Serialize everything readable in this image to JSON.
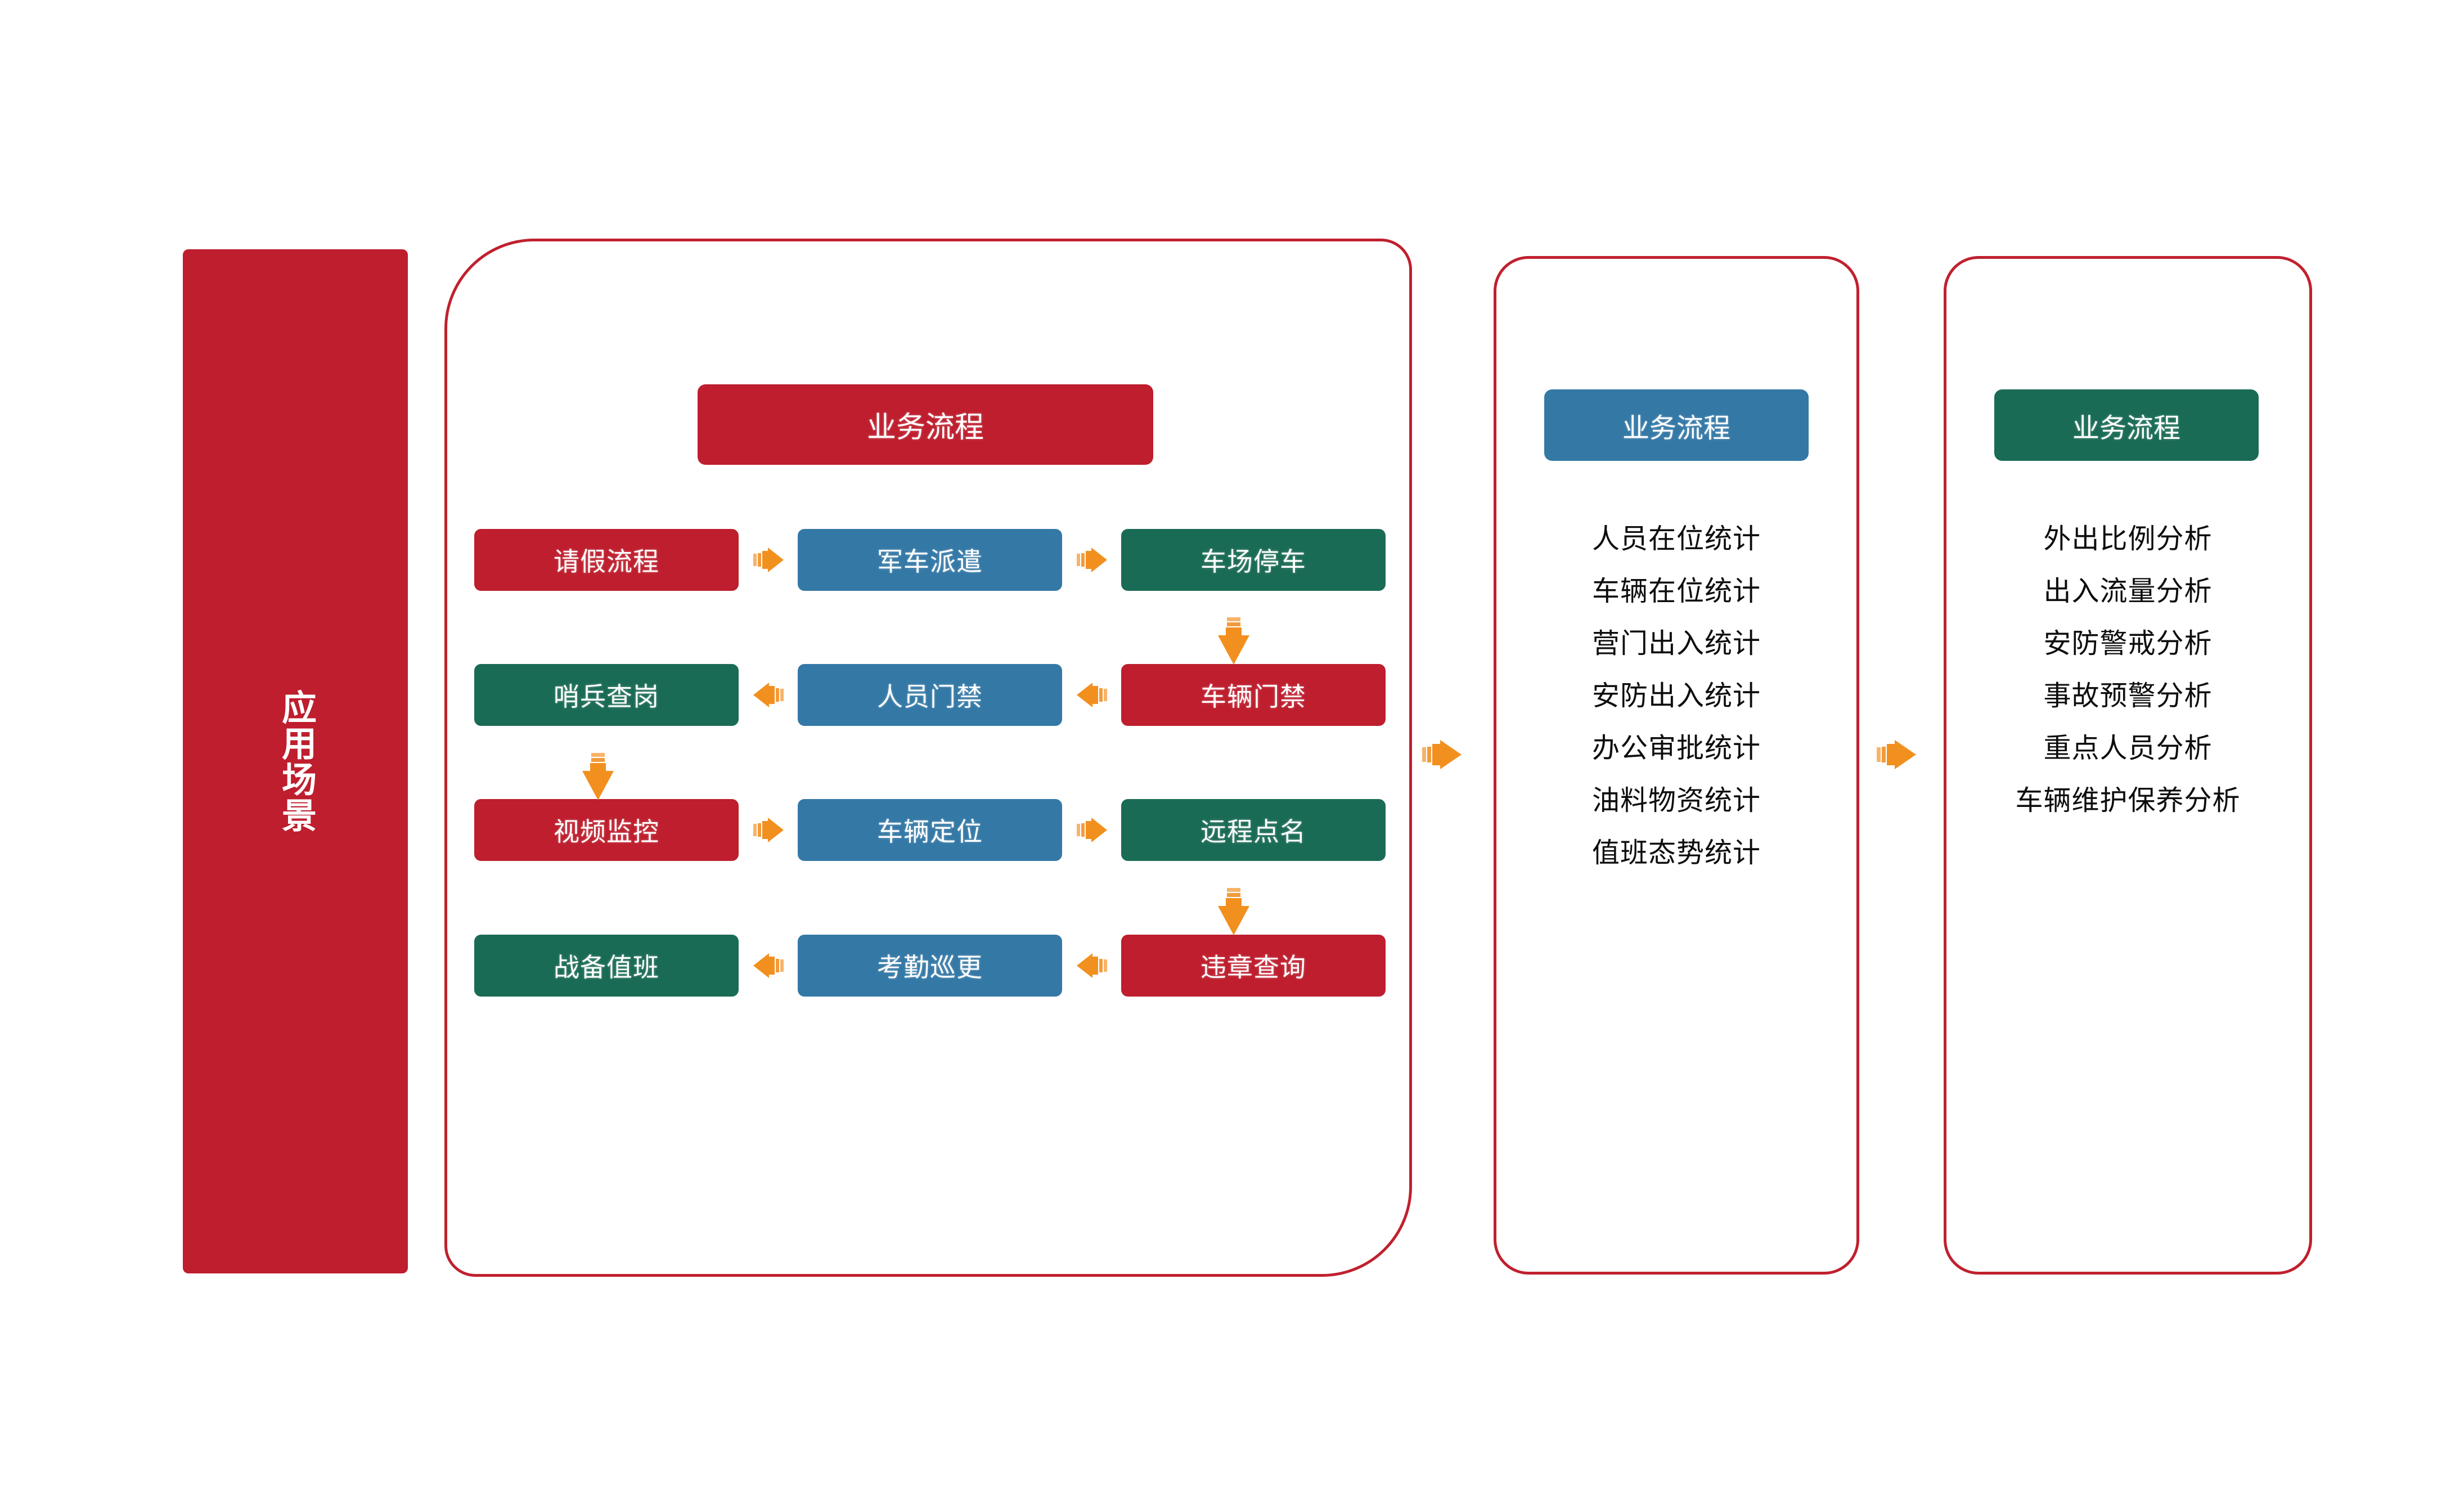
{
  "colors": {
    "red": "#BE1E2D",
    "blue": "#3478A6",
    "green": "#1A6B55",
    "orange": "#F2901F",
    "outline": "#C0202E",
    "text_dark": "#0d0d0d",
    "white": "#FFFFFF"
  },
  "side_banner": {
    "label": "应用场景"
  },
  "panels": {
    "main": {
      "header": "业务流程",
      "header_color": "#BE1E2D",
      "rows": [
        {
          "boxes": [
            {
              "label": "请假流程",
              "color": "red"
            },
            {
              "label": "军车派遣",
              "color": "blue"
            },
            {
              "label": "车场停车",
              "color": "green"
            }
          ],
          "arrow_direction": "right"
        },
        {
          "boxes": [
            {
              "label": "哨兵查岗",
              "color": "green"
            },
            {
              "label": "人员门禁",
              "color": "blue"
            },
            {
              "label": "车辆门禁",
              "color": "red"
            }
          ],
          "arrow_direction": "left"
        },
        {
          "boxes": [
            {
              "label": "视频监控",
              "color": "red"
            },
            {
              "label": "车辆定位",
              "color": "blue"
            },
            {
              "label": "远程点名",
              "color": "green"
            }
          ],
          "arrow_direction": "right"
        },
        {
          "boxes": [
            {
              "label": "战备值班",
              "color": "green"
            },
            {
              "label": "考勤巡更",
              "color": "blue"
            },
            {
              "label": "违章查询",
              "color": "red"
            }
          ],
          "arrow_direction": "left"
        }
      ],
      "vertical_arrows": [
        {
          "from_row": 1,
          "to_row": 2,
          "side": "right",
          "direction": "down"
        },
        {
          "from_row": 2,
          "to_row": 3,
          "side": "left",
          "direction": "down"
        },
        {
          "from_row": 3,
          "to_row": 4,
          "side": "right",
          "direction": "down"
        }
      ]
    },
    "middle": {
      "header": "业务流程",
      "header_color": "#3478A6",
      "items": [
        "人员在位统计",
        "车辆在位统计",
        "营门出入统计",
        "安防出入统计",
        "办公审批统计",
        "油料物资统计",
        "值班态势统计"
      ]
    },
    "right": {
      "header": "业务流程",
      "header_color": "#1A6B55",
      "items": [
        "外出比例分析",
        "出入流量分析",
        "安防警戒分析",
        "事故预警分析",
        "重点人员分析",
        "车辆维护保养分析"
      ]
    }
  },
  "connectors": [
    {
      "from": "main",
      "to": "middle",
      "direction": "right"
    },
    {
      "from": "middle",
      "to": "right",
      "direction": "right"
    }
  ]
}
